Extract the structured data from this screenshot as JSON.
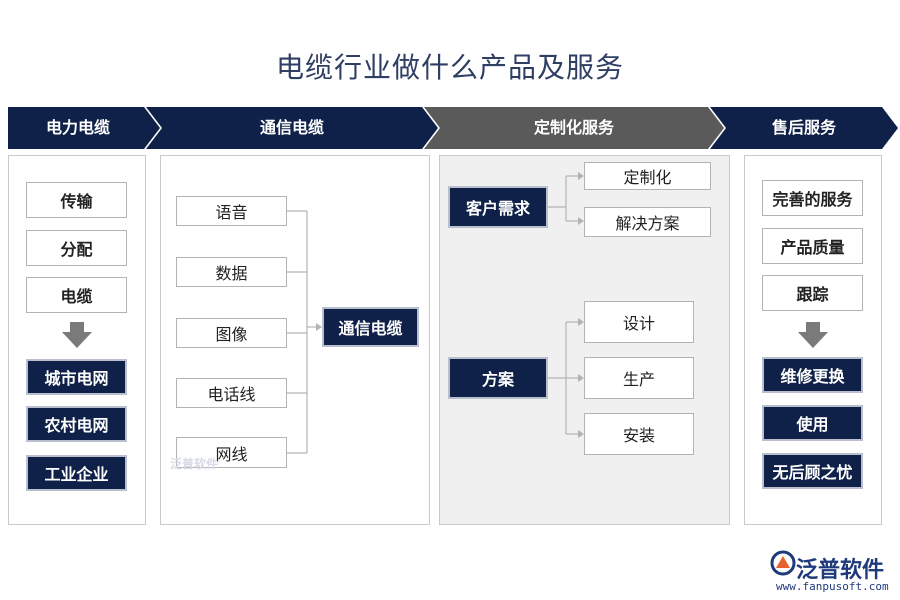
{
  "title": "电缆行业做什么产品及服务",
  "colors": {
    "navy": "#0f2148",
    "grey_header": "#5a5a5a"
  },
  "columns": [
    {
      "header": "电力电缆",
      "top_items": [
        "传输",
        "分配",
        "电缆"
      ],
      "bottom_items": [
        "城市电网",
        "农村电网",
        "工业企业"
      ]
    },
    {
      "header": "通信电缆",
      "inputs": [
        "语音",
        "数据",
        "图像",
        "电话线",
        "网线"
      ],
      "output": "通信电缆"
    },
    {
      "header": "定制化服务",
      "groups": [
        {
          "source": "客户需求",
          "targets": [
            "定制化",
            "解决方案"
          ]
        },
        {
          "source": "方案",
          "targets": [
            "设计",
            "生产",
            "安装"
          ]
        }
      ]
    },
    {
      "header": "售后服务",
      "top_items": [
        "完善的服务",
        "产品质量",
        "跟踪"
      ],
      "bottom_items": [
        "维修更换",
        "使用",
        "无后顾之忧"
      ]
    }
  ],
  "watermark": "泛普软件",
  "logo": {
    "name": "泛普软件",
    "url": "www.fanpusoft.com",
    "icon": "fanpu-logo-icon"
  }
}
